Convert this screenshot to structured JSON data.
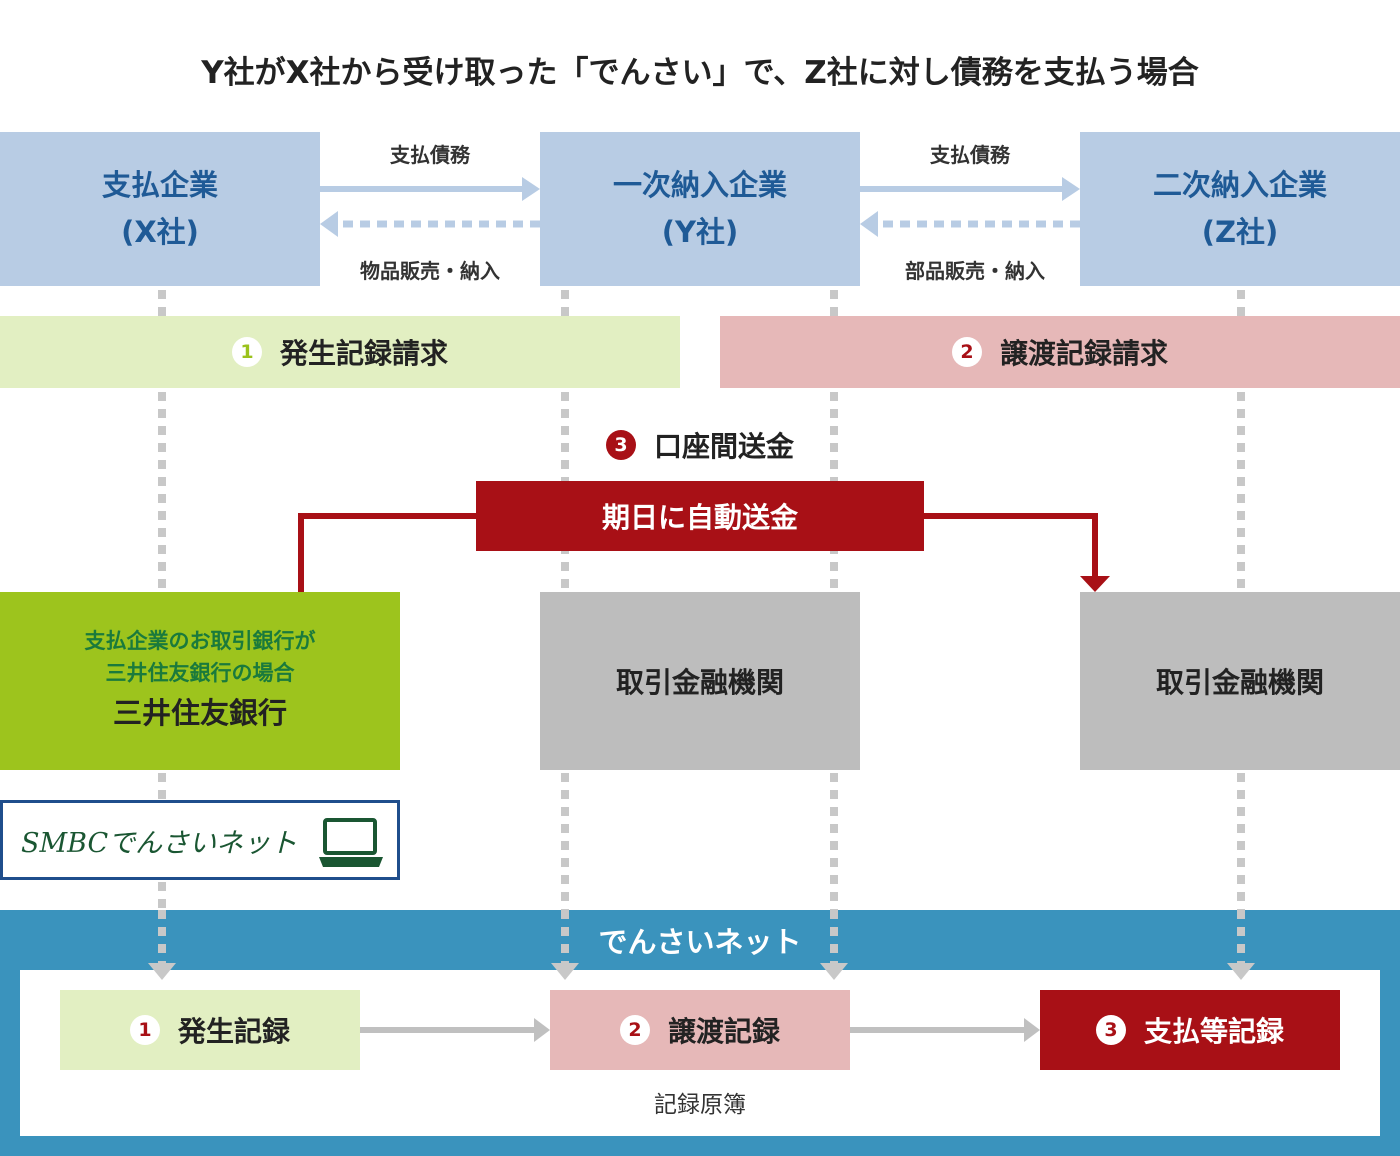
{
  "title": "Y社がX社から受け取った「でんさい」で、Z社に対し債務を支払う場合",
  "companies": [
    {
      "name": "支払企業",
      "sub": "(X社)"
    },
    {
      "name": "一次納入企業",
      "sub": "(Y社)"
    },
    {
      "name": "二次納入企業",
      "sub": "(Z社)"
    }
  ],
  "flows": {
    "debt1": "支払債務",
    "goods1": "物品販売・納入",
    "debt2": "支払債務",
    "goods2": "部品販売・納入"
  },
  "steps": {
    "s1": {
      "num": "1",
      "label": "発生記録請求"
    },
    "s2": {
      "num": "2",
      "label": "譲渡記録請求"
    },
    "s3": {
      "num": "3",
      "label": "口座間送金"
    }
  },
  "auto_transfer": "期日に自動送金",
  "banks": {
    "smbc_note_line1": "支払企業のお取引銀行が",
    "smbc_note_line2": "三井住友銀行の場合",
    "smbc_name": "三井住友銀行",
    "fin1": "取引金融機関",
    "fin2": "取引金融機関"
  },
  "logo_text": "SMBCでんさいネット",
  "densai": {
    "title": "でんさいネット",
    "rec1": {
      "num": "1",
      "label": "発生記録"
    },
    "rec2": {
      "num": "2",
      "label": "譲渡記録"
    },
    "rec3": {
      "num": "3",
      "label": "支払等記録"
    },
    "ledger": "記録原簿"
  },
  "colors": {
    "company_bg": "#b8cce4",
    "company_text": "#1f5a96",
    "green_light": "#e2efc2",
    "pink_light": "#e6b8b8",
    "red": "#a81016",
    "green": "#9dc41d",
    "gray": "#bdbdbd",
    "densai_blue": "#3a93bd"
  }
}
